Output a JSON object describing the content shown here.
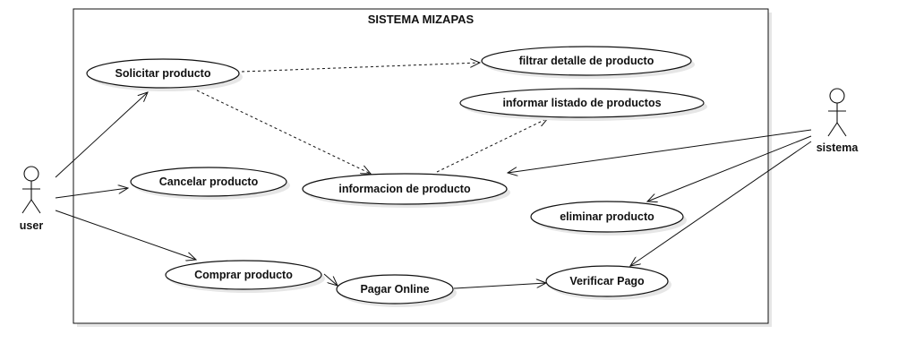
{
  "system": {
    "title": "SISTEMA MIZAPAS"
  },
  "actors": {
    "user": {
      "label": "user"
    },
    "sistema": {
      "label": "sistema"
    }
  },
  "use_cases": {
    "solicitar": "Solicitar producto",
    "filtrar": "filtrar detalle de producto",
    "informar_listado": "informar listado de productos",
    "cancelar": "Cancelar producto",
    "informacion": "informacion de producto",
    "eliminar": "eliminar producto",
    "comprar": "Comprar producto",
    "pagar": "Pagar Online",
    "verificar": "Verificar Pago"
  }
}
